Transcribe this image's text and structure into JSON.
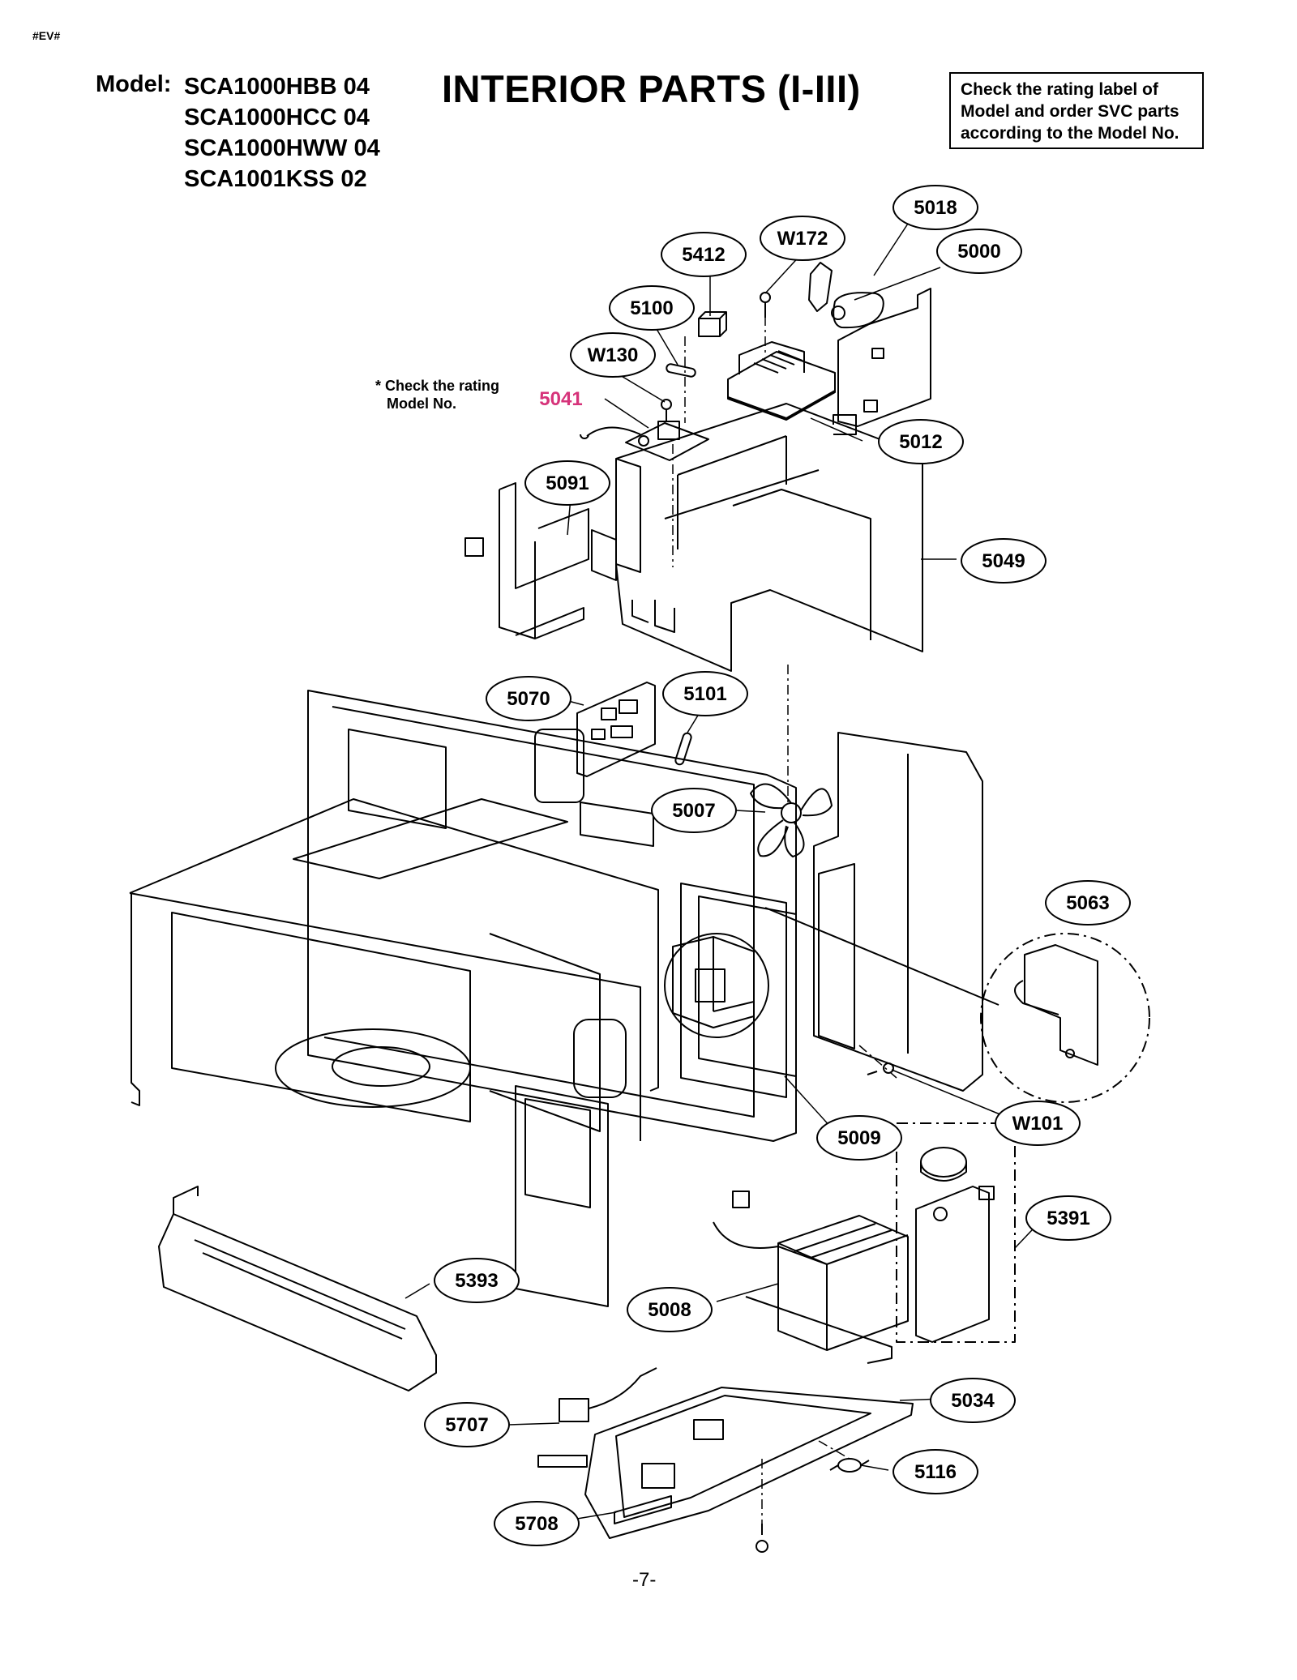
{
  "doc_code": "#EV#",
  "model_label": "Model:",
  "models": [
    "SCA1000HBB 04",
    "SCA1000HCC 04",
    "SCA1000HWW 04",
    "SCA1001KSS 02"
  ],
  "title": "INTERIOR PARTS (I-III)",
  "note_box": {
    "line1": "Check the rating label of",
    "line2": "Model and order SVC parts",
    "line3": "according to the Model No."
  },
  "side_note": {
    "line1": "* Check the rating",
    "line2": "Model No."
  },
  "highlight_color": "#d6337a",
  "parts": [
    {
      "id": "5018"
    },
    {
      "id": "5000"
    },
    {
      "id": "W172"
    },
    {
      "id": "5412"
    },
    {
      "id": "5100"
    },
    {
      "id": "W130"
    },
    {
      "id": "5041",
      "highlight": true
    },
    {
      "id": "5012"
    },
    {
      "id": "5091"
    },
    {
      "id": "5049"
    },
    {
      "id": "5070"
    },
    {
      "id": "5101"
    },
    {
      "id": "5007"
    },
    {
      "id": "5063"
    },
    {
      "id": "W101"
    },
    {
      "id": "5009"
    },
    {
      "id": "5391"
    },
    {
      "id": "5393"
    },
    {
      "id": "5008"
    },
    {
      "id": "5034"
    },
    {
      "id": "5707"
    },
    {
      "id": "5116"
    },
    {
      "id": "5708"
    }
  ],
  "page_number": "-7-"
}
